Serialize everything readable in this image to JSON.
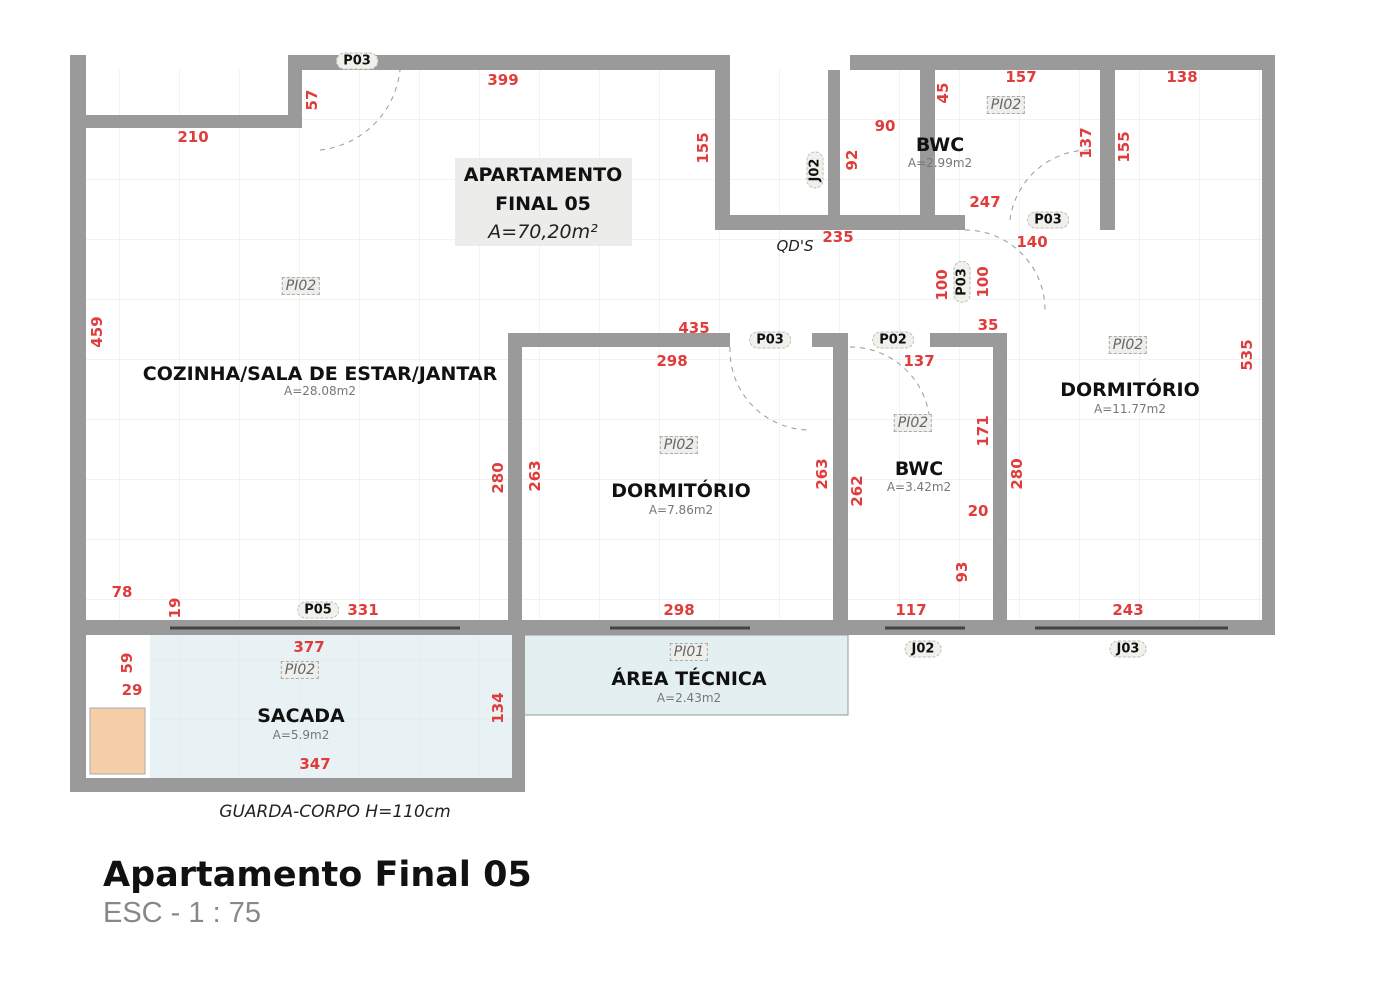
{
  "apartment": {
    "name_line1": "APARTAMENTO",
    "name_line2": "FINAL 05",
    "area": "A=70,20m²"
  },
  "rooms": [
    {
      "name": "COZINHA/SALA DE ESTAR/JANTAR",
      "area": "A=28.08m2"
    },
    {
      "name": "DORMITÓRIO",
      "area": "A=7.86m2"
    },
    {
      "name": "BWC",
      "area": "A=2.99m2"
    },
    {
      "name": "BWC",
      "area": "A=3.42m2"
    },
    {
      "name": "DORMITÓRIO",
      "area": "A=11.77m2"
    },
    {
      "name": "SACADA",
      "area": "A=5.9m2"
    },
    {
      "name": "ÁREA TÉCNICA",
      "area": "A=2.43m2"
    }
  ],
  "labels": {
    "qds": "QD'S",
    "railing": "GUARDA-CORPO H=110cm"
  },
  "dimensions": [
    "399",
    "57",
    "210",
    "155",
    "90",
    "92",
    "45",
    "157",
    "138",
    "137",
    "155",
    "247",
    "235",
    "140",
    "100",
    "100",
    "35",
    "435",
    "298",
    "137",
    "459",
    "535",
    "280",
    "263",
    "263",
    "262",
    "171",
    "280",
    "20",
    "93",
    "78",
    "19",
    "331",
    "298",
    "117",
    "243",
    "377",
    "59",
    "29",
    "134",
    "347"
  ],
  "openings": [
    "P03",
    "J02",
    "P03",
    "P03",
    "P03",
    "P02",
    "P05",
    "J02",
    "J03"
  ],
  "floor_tags": [
    "PI02",
    "PI02",
    "PI02",
    "PI02",
    "PI02",
    "PI02",
    "PI01"
  ],
  "footer": {
    "title": "Apartamento Final 05",
    "scale": "ESC - 1 : 75"
  }
}
